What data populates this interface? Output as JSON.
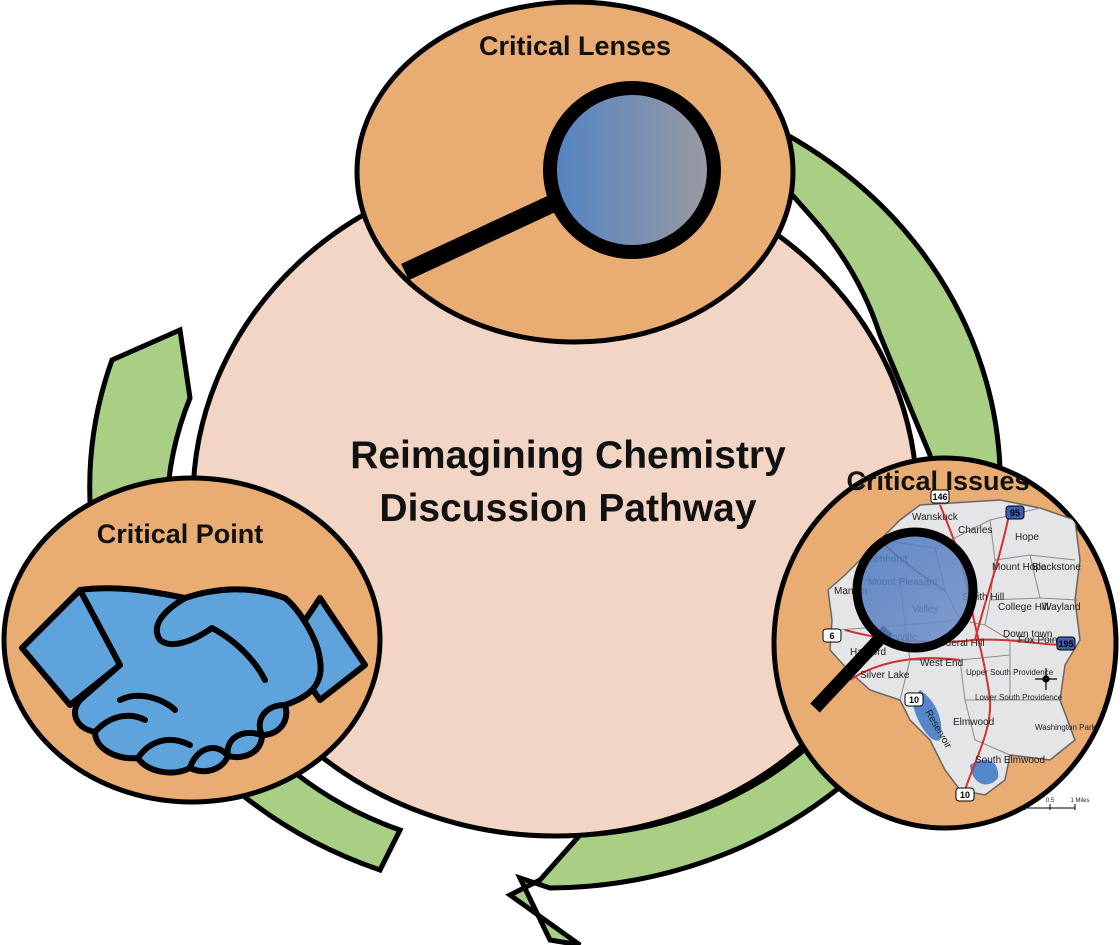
{
  "diagram": {
    "title_line1": "Reimagining Chemistry",
    "title_line2": "Discussion Pathway",
    "nodes": {
      "lenses": {
        "label": "Critical Lenses",
        "icon": "magnifying-glass-icon"
      },
      "issues": {
        "label": "Critical Issues",
        "icon": "neighborhood-map-icon"
      },
      "point": {
        "label": "Critical Point",
        "icon": "handshake-icon"
      }
    },
    "colors": {
      "cycle_arrow": "#a8cf84",
      "center": "#f2d5c5",
      "node_fill": "#e9ac72",
      "hand": "#5fa3dc",
      "lens_left": "#5183c4",
      "lens_right": "#9c9aa0",
      "map_fill": "#e5e5e7",
      "map_road": "#d2322d",
      "stroke": "#000000"
    },
    "map_labels": [
      "Wanskuck",
      "Charles",
      "Hope",
      "Elmhurst",
      "Mount Hope",
      "Blackstone",
      "Mount Pleasant",
      "Manton",
      "Smith Hill",
      "College Hill",
      "Wayland",
      "Valley",
      "Olneyville",
      "Federal Hill",
      "Down town",
      "Fox Point",
      "Hartford",
      "West End",
      "Upper South Providence",
      "Silver Lake",
      "Lower South Providence",
      "Reservoir",
      "Elmwood",
      "Washington Park",
      "South Elmwood"
    ],
    "map_shields": [
      "146",
      "95",
      "6",
      "195",
      "10",
      "10"
    ],
    "map_scale": [
      "0.5",
      "1 Miles"
    ]
  }
}
